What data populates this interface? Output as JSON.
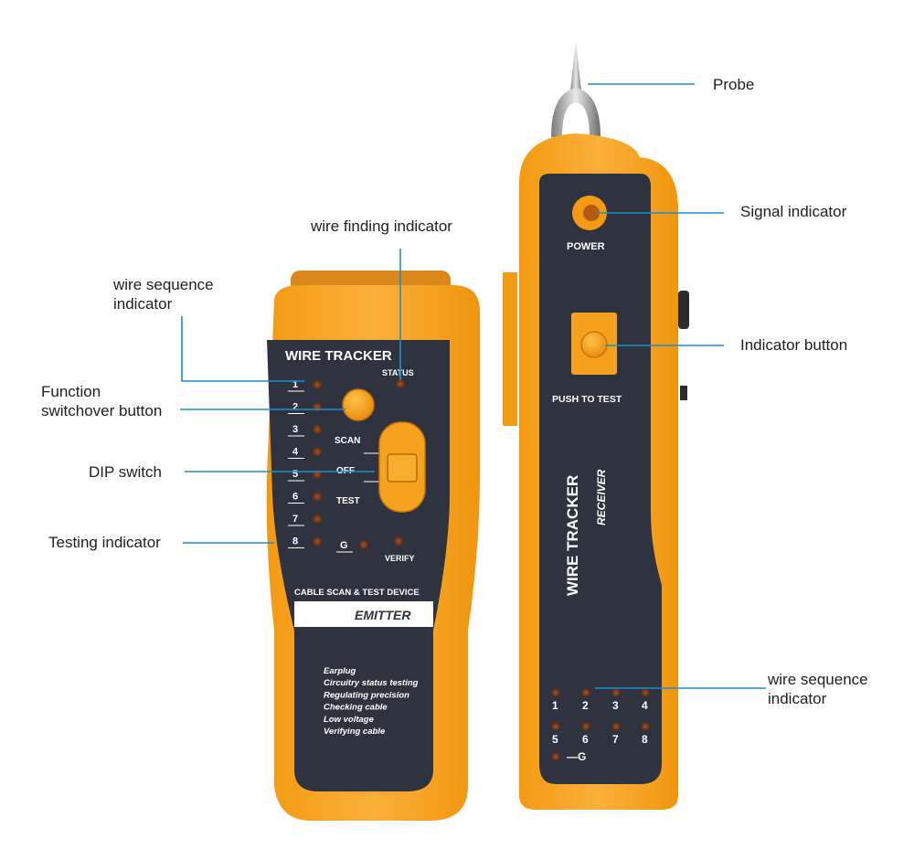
{
  "callouts": {
    "probe": "Probe",
    "signal_indicator": "Signal indicator",
    "indicator_button": "Indicator button",
    "wire_finding_indicator": "wire finding indicator",
    "wire_sequence_left": [
      "wire sequence",
      "indicator"
    ],
    "function_switchover": [
      "Function",
      "switchover button"
    ],
    "dip_switch": "DIP switch",
    "testing_indicator": "Testing indicator",
    "wire_sequence_right": [
      "wire sequence",
      "indicator"
    ]
  },
  "emitter": {
    "brand": "WIRE TRACKER",
    "status": "STATUS",
    "wire_numbers": [
      "1",
      "2",
      "3",
      "4",
      "5",
      "6",
      "7",
      "8"
    ],
    "ground": "G",
    "scan": "SCAN",
    "off": "OFF",
    "test": "TEST",
    "verify": "VERIFY",
    "device_line": "CABLE SCAN & TEST DEVICE",
    "model": "EMITTER",
    "features": [
      "Earplug",
      "Circuitry status testing",
      "Regulating precision",
      "Checking cable",
      "Low voltage",
      "Verifying cable"
    ]
  },
  "receiver": {
    "power": "POWER",
    "push_to_test": "PUSH TO TEST",
    "brand": "WIRE TRACKER",
    "model": "RECEIVER",
    "led_numbers_top": [
      "1",
      "2",
      "3",
      "4"
    ],
    "led_numbers_bottom": [
      "5",
      "6",
      "7",
      "8"
    ],
    "ground": "—G"
  },
  "colors": {
    "body_orange": "#f7a21b",
    "panel_dark": "#2f3340",
    "led_off": "#7a3a1a",
    "callout_line": "#1a8fd0",
    "text_light": "#ffffff"
  }
}
